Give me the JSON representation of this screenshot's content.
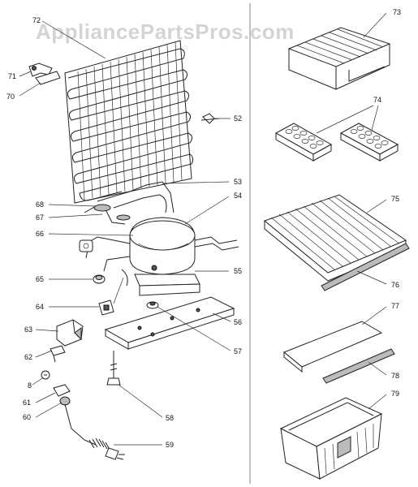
{
  "watermark": "AppliancePartsPros.com",
  "callouts": {
    "p72": "72",
    "p71": "71",
    "p70": "70",
    "p52": "52",
    "p53": "53",
    "p54": "54",
    "p68": "68",
    "p67": "67",
    "p66": "66",
    "p65": "65",
    "p55": "55",
    "p64": "64",
    "p56": "56",
    "p63": "63",
    "p57": "57",
    "p62": "62",
    "p8": "8",
    "p61": "61",
    "p60": "60",
    "p58": "58",
    "p59": "59",
    "p73": "73",
    "p74": "74",
    "p75": "75",
    "p76": "76",
    "p77": "77",
    "p78": "78",
    "p79": "79"
  }
}
